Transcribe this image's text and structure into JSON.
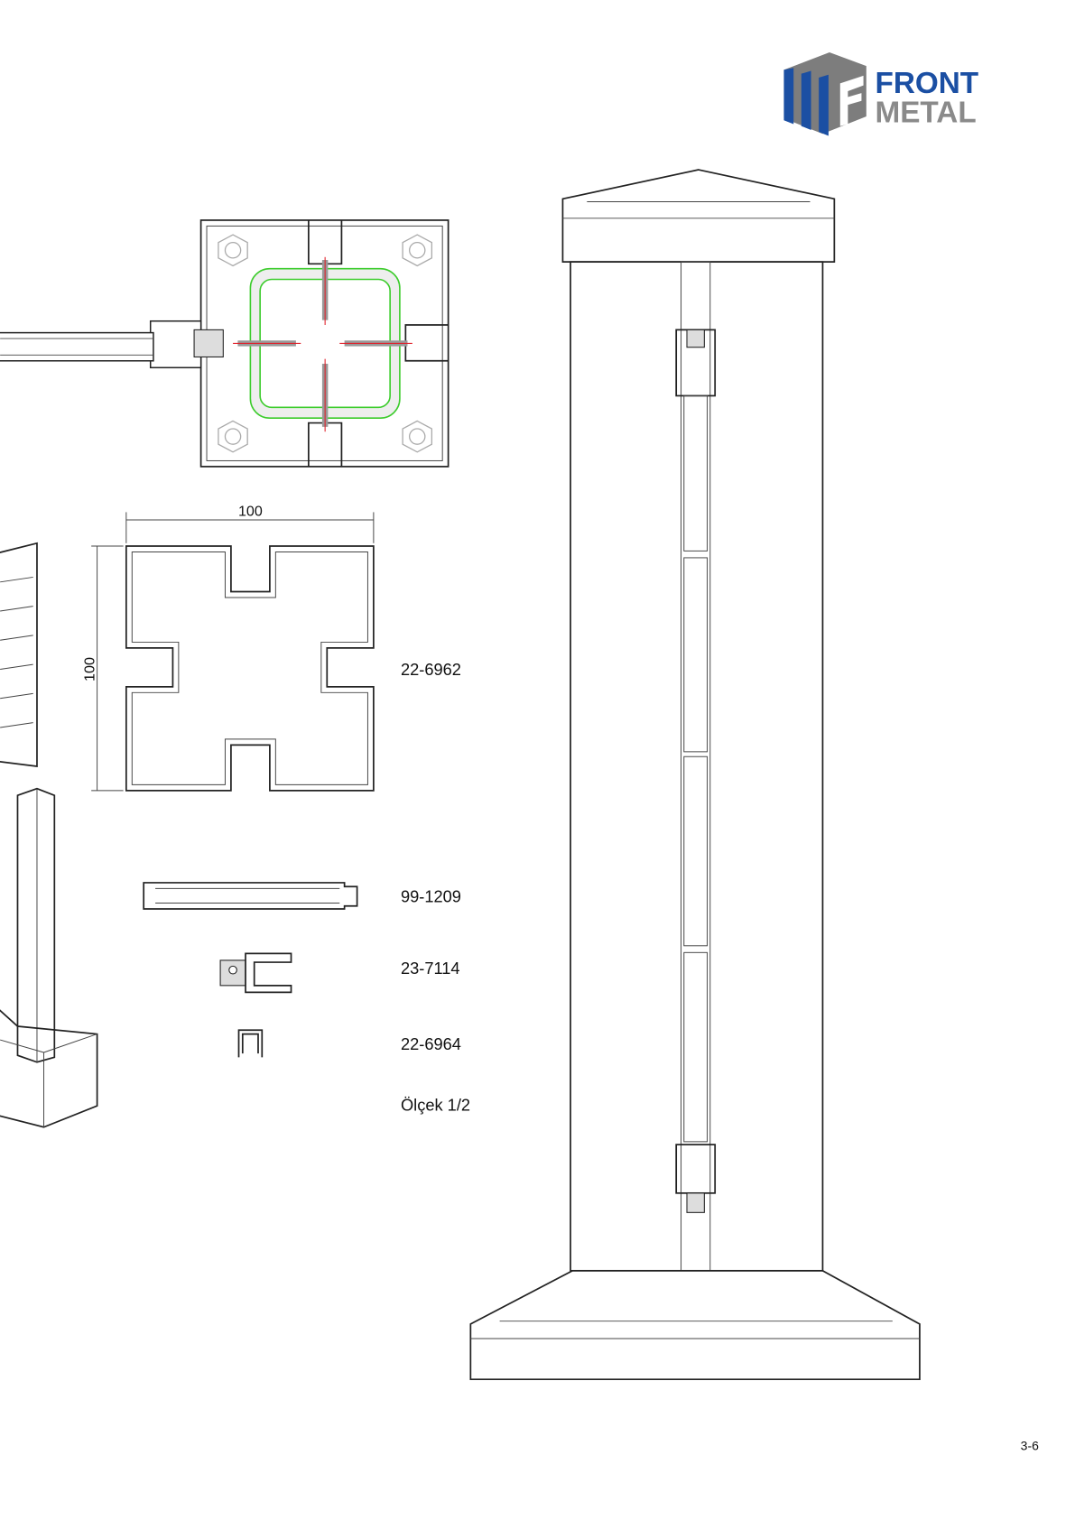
{
  "logo": {
    "line1": "FRONT",
    "line2": "METAL",
    "colors": {
      "blue": "#1b4fa3",
      "gray": "#8a8a8a"
    }
  },
  "dimensions": {
    "width_label": "100",
    "height_label": "100"
  },
  "parts": [
    {
      "code": "22-6962"
    },
    {
      "code": "99-1209"
    },
    {
      "code": "23-7114"
    },
    {
      "code": "22-6964"
    }
  ],
  "scale_label": "Ölçek 1/2",
  "page_number": "3-6",
  "colors": {
    "tube": "#3ccc2c",
    "screw_axis": "#e0202a"
  }
}
